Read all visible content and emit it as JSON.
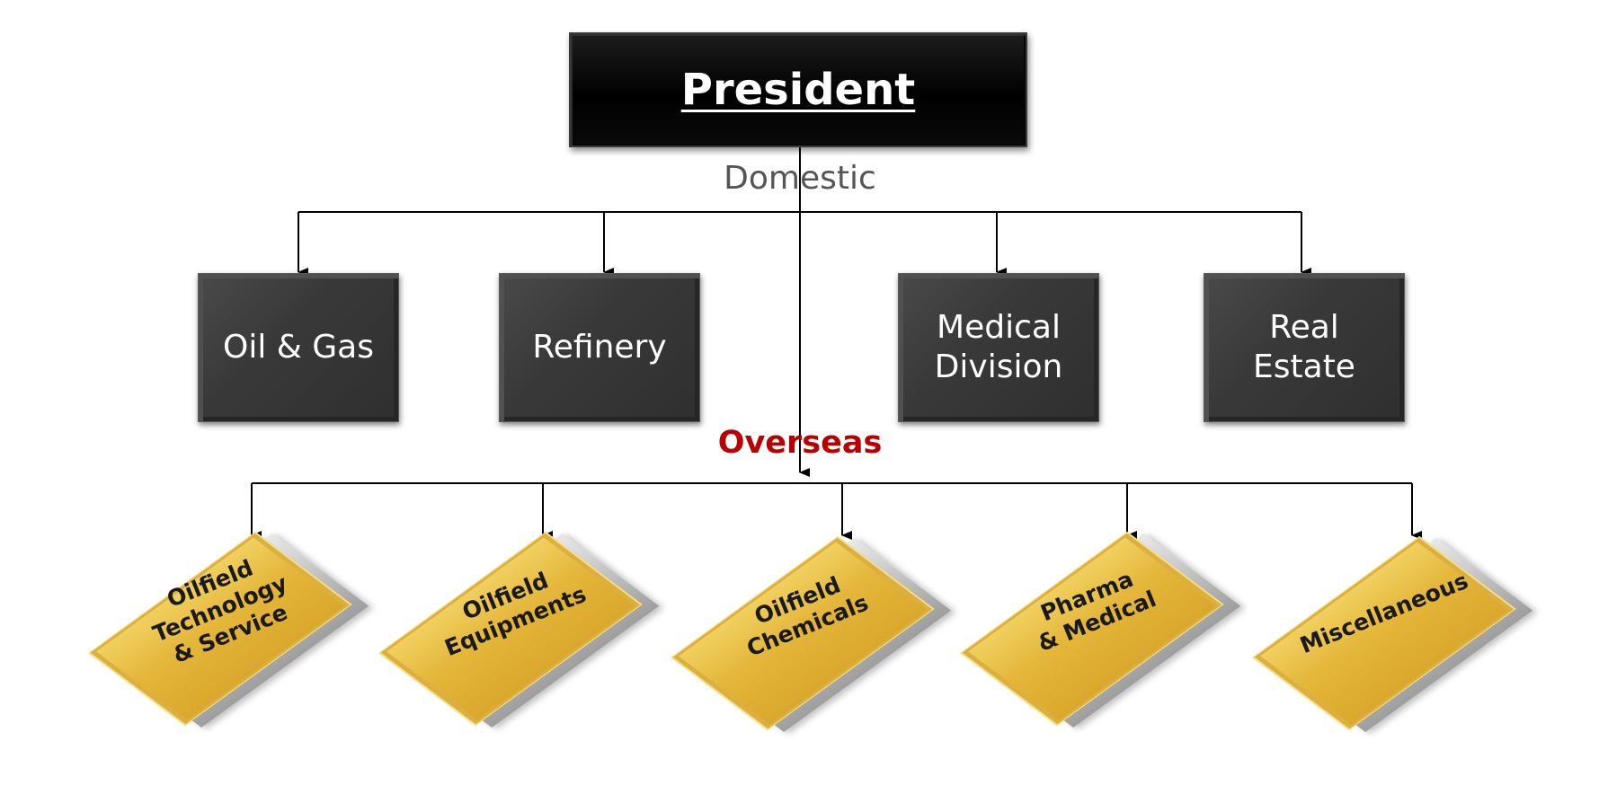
{
  "chart_data": {
    "type": "org-chart",
    "root": "President",
    "groups": [
      {
        "label": "Domestic",
        "color": "#555555",
        "children": [
          "Oil & Gas",
          "Refinery",
          "Medical\nDivision",
          "Real\nEstate"
        ]
      },
      {
        "label": "Overseas",
        "color": "#b80000",
        "children": [
          "Oilfield\nTechnology\n& Service",
          "Oilfield\nEquipments",
          "Oilfield\nChemicals",
          "Pharma\n& Medical",
          "Miscellaneous"
        ]
      }
    ]
  },
  "colors": {
    "root_box": "#000000",
    "domestic_box": "#3a3a3a",
    "overseas_tile": "#e4b63a",
    "connector": "#000000"
  }
}
